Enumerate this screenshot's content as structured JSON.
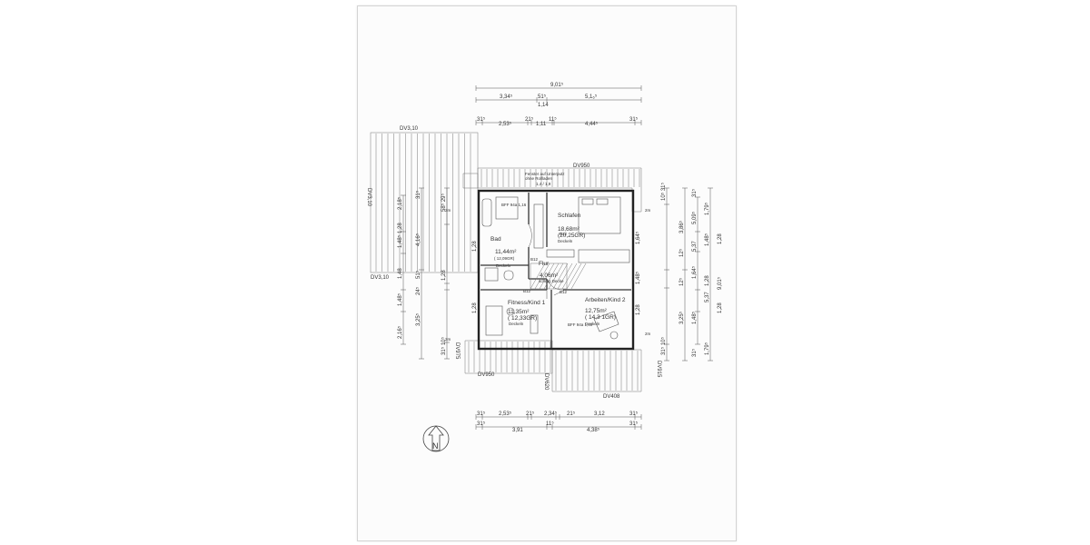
{
  "dimensions_top": {
    "overall": "9,01⁵",
    "row2": [
      "3,34⁵",
      "51⁵",
      "5,1₆⁵"
    ],
    "row2_sub": "1,14",
    "row3": [
      "31⁵",
      "2,53⁵",
      "21⁵",
      "1,11",
      "11⁵",
      "4,44⁵",
      "31⁵"
    ]
  },
  "dimensions_bottom": {
    "row1": [
      "31⁵",
      "2,53⁵",
      "21⁵",
      "2,34⁵",
      "21⁵",
      "3,12",
      "31⁵"
    ],
    "row2": [
      "31⁵",
      "3,91",
      "11⁵",
      "4,38⁵",
      "31⁵"
    ]
  },
  "dimensions_left": {
    "outer": [
      "2,18⁵",
      "1,48⁵",
      "4,16⁵",
      "1,48⁵",
      "2,16⁵"
    ],
    "inner": [
      "31⁵",
      "58⁵ 29⁵",
      "51⁵",
      "24⁵",
      "3,25⁵",
      "31⁵ 10⁵"
    ],
    "misc": [
      "1,28",
      "1,28",
      "1,28",
      "1,48",
      "1,28"
    ]
  },
  "dimensions_right": {
    "col1": [
      "10⁵ 31⁵",
      "3,86⁵",
      "12⁵",
      "12⁵",
      "3,25⁵",
      "31⁵ 10⁵"
    ],
    "col2": [
      "31⁵",
      "5,09⁵",
      "1,64⁵",
      "1,48⁵",
      "31⁵"
    ],
    "col3": [
      "1,79⁵",
      "1,48⁵",
      "1,28",
      "1,28",
      "1,79⁵"
    ],
    "col4": [
      "9,01⁵"
    ],
    "misc": [
      "1,64⁵",
      "1,28",
      "1,48⁵",
      "1,28",
      "5,37",
      "5,37"
    ]
  },
  "roof_labels": {
    "dv310_top": "DV3,10",
    "dv310_bottom": "DV3,10",
    "dv310_side": "DV3,10",
    "dv950_top": "DV950",
    "dv950_bottom": "DV950",
    "dv915": "DV915",
    "dv975": "DV975",
    "dv620": "DV620",
    "dv408": "DV408"
  },
  "notes": {
    "window_note_1": "Fenster auf Unterputz",
    "window_note_2": "ohne Rollladen",
    "window_note_3": "1,4 / 1,9",
    "height_2m_a": "2m",
    "height_2m_b": "2m",
    "height_2m_c": "2m",
    "height_2m_d": "2m"
  },
  "rooms": {
    "bad": {
      "name": "Bad",
      "area": "11,44m²",
      "area_sub": "( 12,09GR)",
      "ceiling": "Deckeln",
      "window": "BFF 94a 1,16"
    },
    "schlafen": {
      "name": "Schlafen",
      "area": "18,68m²",
      "area_sub": "(20,25GR)",
      "ceiling": "Deckeln"
    },
    "flur": {
      "name": "Flur",
      "area": "4,06m²",
      "area_sub": "schräg Decke"
    },
    "fitness": {
      "name": "Fitness/Kind 1",
      "area": "11,35m²",
      "area_sub": "( 12,33GR)",
      "ceiling": "Deckeln"
    },
    "arbeiten": {
      "name": "Arbeiten/Kind 2",
      "area": "12,75m²",
      "area_sub": "( 14,3 1GR)",
      "ceiling": "Deckeln",
      "window": "BFF 94a 1,40"
    }
  },
  "door_labels": [
    "B12",
    "B12",
    "B12",
    "B12"
  ],
  "north_arrow": {
    "label": "N"
  },
  "colors": {
    "sheet": "#fcfcfc",
    "line": "#444444",
    "hatch": "#777777"
  }
}
